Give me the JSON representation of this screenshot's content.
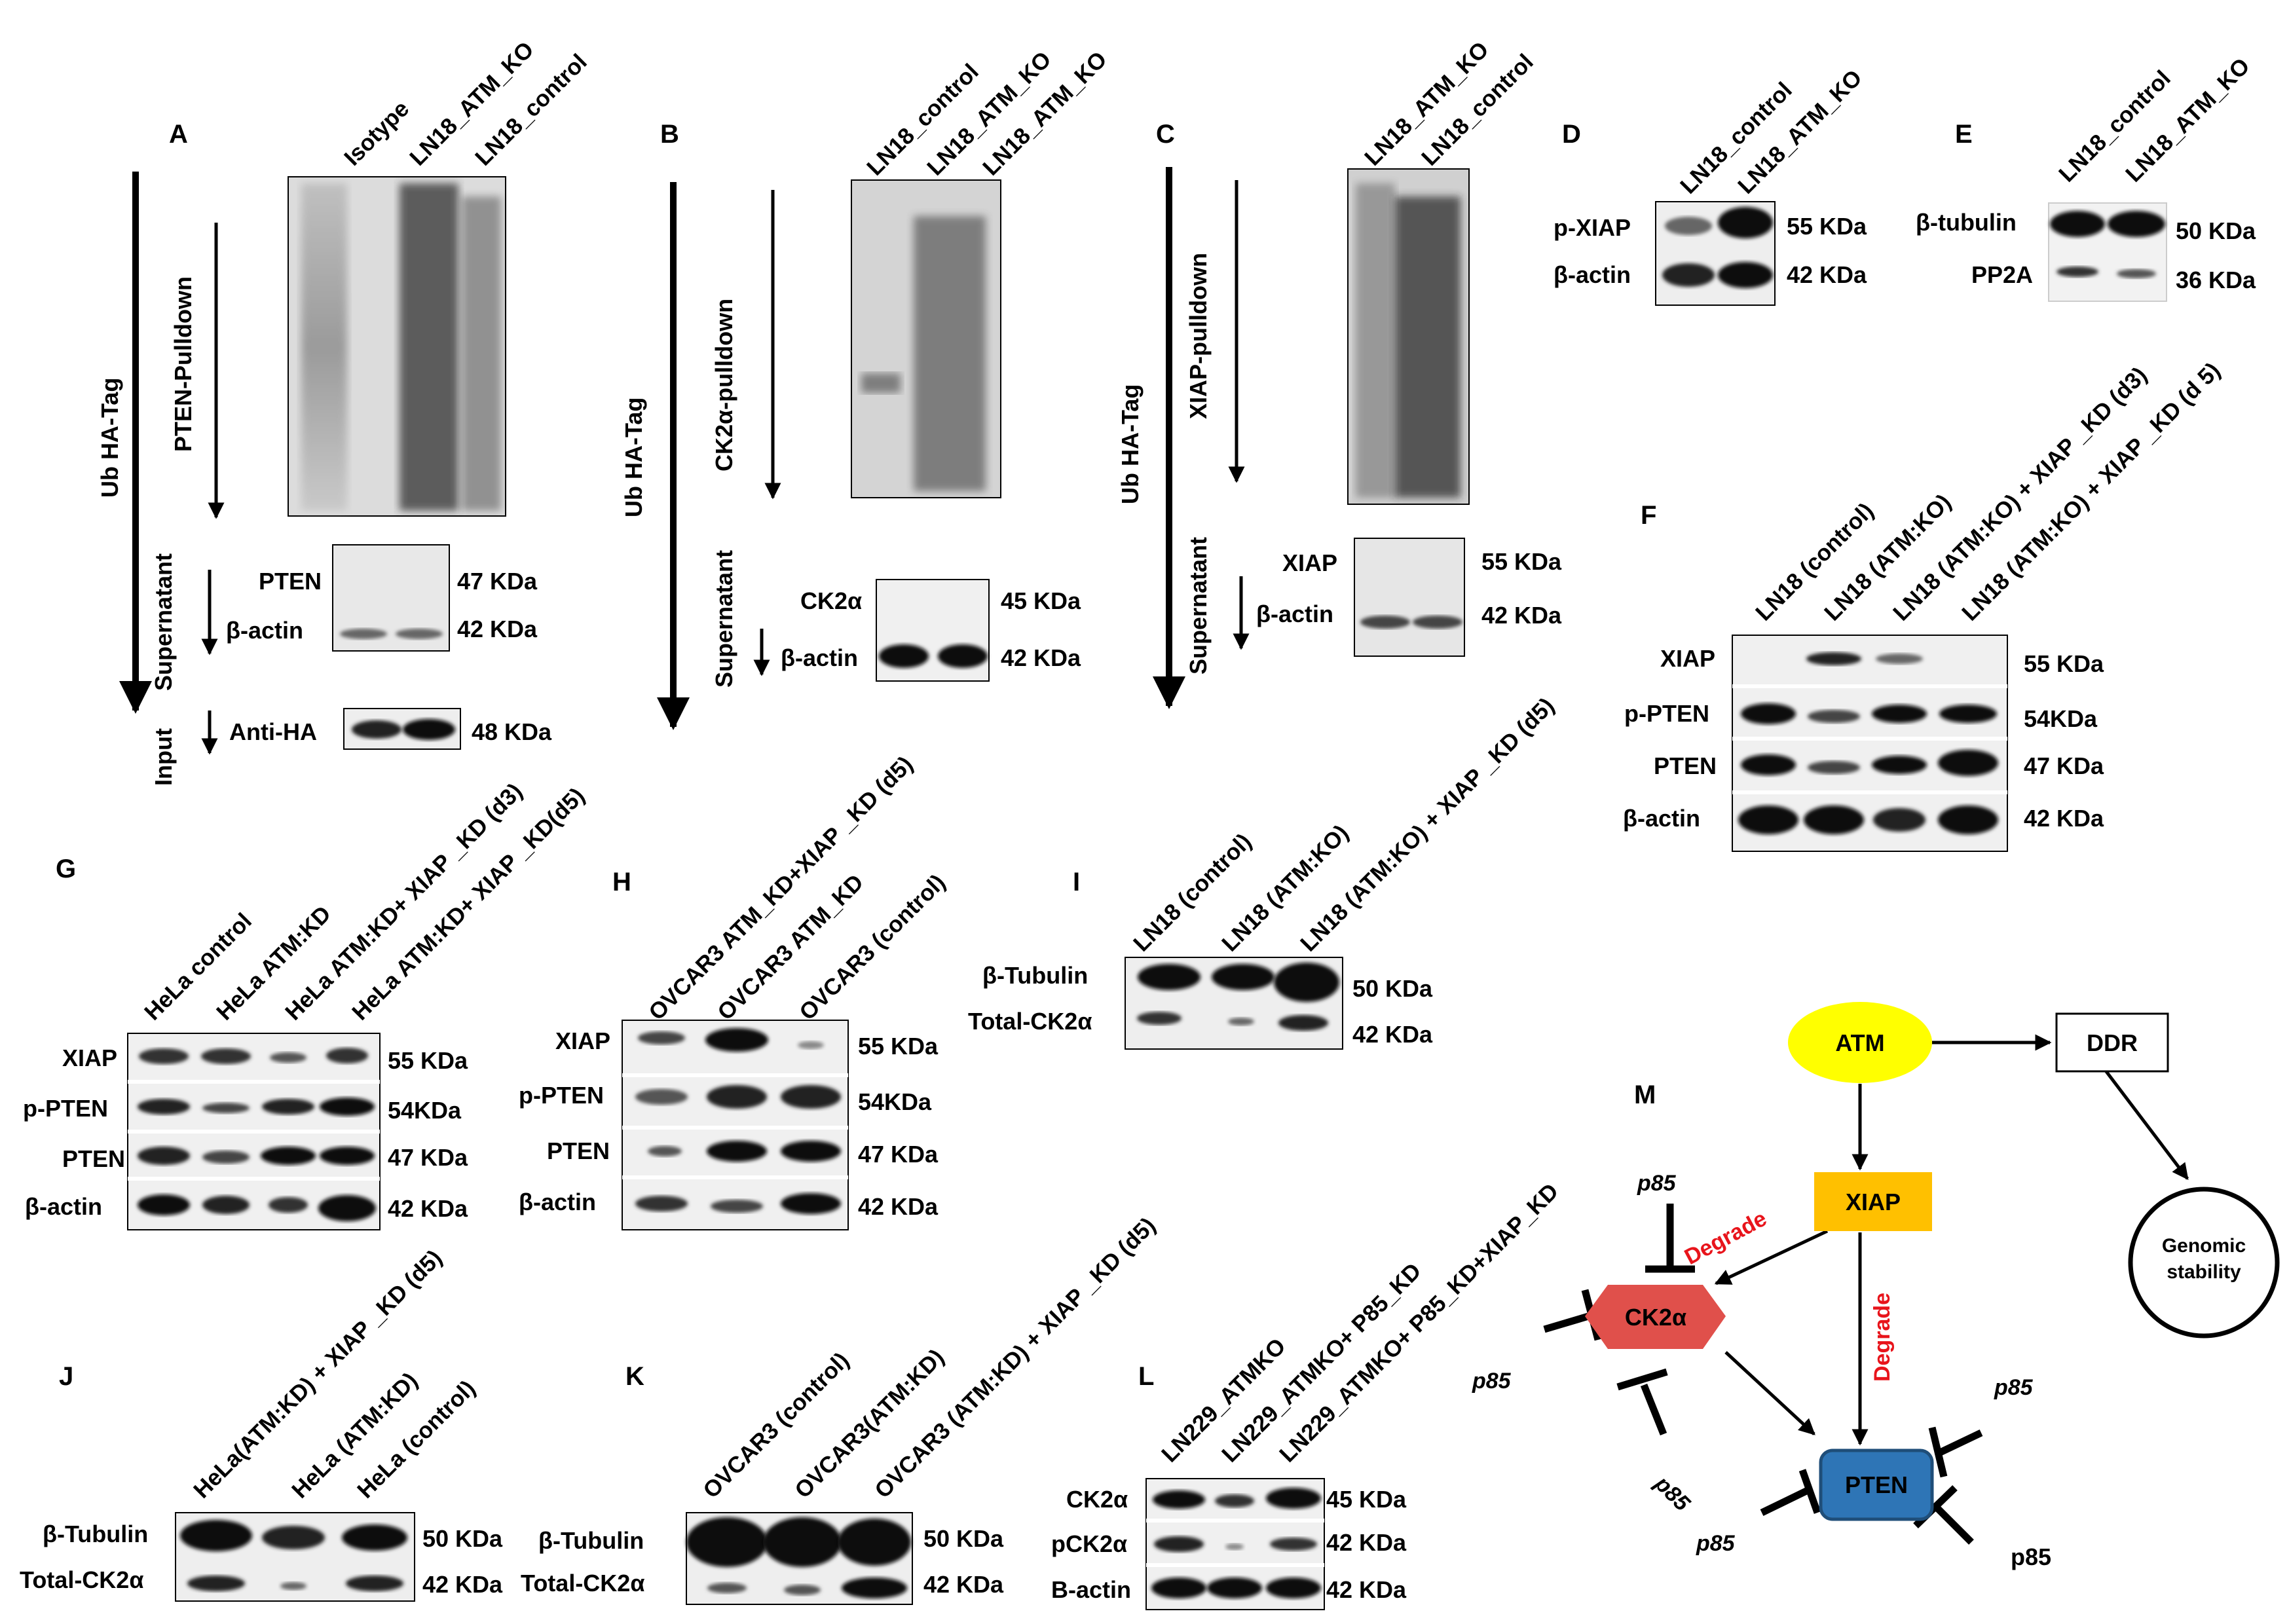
{
  "panels": {
    "A": {
      "letter": "A",
      "lanes": [
        "Isotype",
        "LN18_ATM_KO",
        "LN18_control"
      ],
      "side": [
        "Ub HA-Tag"
      ],
      "steps": [
        "PTEN-Pulldown",
        "Supernatant",
        "Input"
      ],
      "proteins": [
        "PTEN",
        "β-actin",
        "Anti-HA"
      ],
      "sizes": [
        "47 KDa",
        "42 KDa",
        "48 KDa"
      ]
    },
    "B": {
      "letter": "B",
      "lanes": [
        "LN18_control",
        "LN18_ATM_KO",
        "LN18_ATM_KO"
      ],
      "side": [
        "Ub HA-Tag"
      ],
      "steps": [
        "CK2α-pulldown",
        "Supernatant"
      ],
      "proteins": [
        "CK2α",
        "β-actin"
      ],
      "sizes": [
        "45 KDa",
        "42 KDa"
      ]
    },
    "C": {
      "letter": "C",
      "lanes": [
        "LN18_ATM_KO",
        "LN18_control"
      ],
      "side": [
        "Ub HA-Tag"
      ],
      "steps": [
        "XIAP-pulldown",
        "Supernatant"
      ],
      "proteins": [
        "XIAP",
        "β-actin"
      ],
      "sizes": [
        "55 KDa",
        "42 KDa"
      ]
    },
    "D": {
      "letter": "D",
      "lanes": [
        "LN18_control",
        "LN18_ATM_KO"
      ],
      "proteins": [
        "p-XIAP",
        "β-actin"
      ],
      "sizes": [
        "55 KDa",
        "42 KDa"
      ]
    },
    "E": {
      "letter": "E",
      "lanes": [
        "LN18_control",
        "LN18_ATM_KO"
      ],
      "proteins": [
        "β-tubulin",
        "PP2A"
      ],
      "sizes": [
        "50 KDa",
        "36 KDa"
      ]
    },
    "F": {
      "letter": "F",
      "lanes": [
        "LN18 (control)",
        "LN18 (ATM:KO)",
        "LN18 (ATM:KO) + XIAP _KD (d3)",
        "LN18 (ATM:KO) + XIAP _KD (d 5)"
      ],
      "proteins": [
        "XIAP",
        "p-PTEN",
        "PTEN",
        "β-actin"
      ],
      "sizes": [
        "55 KDa",
        "54KDa",
        "47 KDa",
        "42 KDa"
      ]
    },
    "G": {
      "letter": "G",
      "lanes": [
        "HeLa control",
        "HeLa ATM:KD",
        "HeLa ATM:KD+ XIAP _KD (d3)",
        "HeLa ATM:KD+ XIAP _KD(d5)"
      ],
      "proteins": [
        "XIAP",
        "p-PTEN",
        "PTEN",
        "β-actin"
      ],
      "sizes": [
        "55 KDa",
        "54KDa",
        "47 KDa",
        "42 KDa"
      ]
    },
    "H": {
      "letter": "H",
      "lanes": [
        "OVCAR3 ATM_KD+XIAP _KD (d5)",
        "OVCAR3 ATM_KD",
        "OVCAR3  (control)"
      ],
      "proteins": [
        "XIAP",
        "p-PTEN",
        "PTEN",
        "β-actin"
      ],
      "sizes": [
        "55 KDa",
        "54KDa",
        "47 KDa",
        "42 KDa"
      ]
    },
    "I": {
      "letter": "I",
      "lanes": [
        "LN18 (control)",
        "LN18 (ATM:KO)",
        "LN18 (ATM:KO) + XIAP _KD (d5)"
      ],
      "proteins": [
        "β-Tubulin",
        "Total-CK2α"
      ],
      "sizes": [
        "50 KDa",
        "42 KDa"
      ]
    },
    "J": {
      "letter": "J",
      "lanes": [
        "HeLa(ATM:KD) + XIAP _KD (d5)",
        "HeLa (ATM:KD)",
        "HeLa (control)"
      ],
      "proteins": [
        "β-Tubulin",
        "Total-CK2α"
      ],
      "sizes": [
        "50 KDa",
        "42 KDa"
      ]
    },
    "K": {
      "letter": "K",
      "lanes": [
        "OVCAR3 (control)",
        "OVCAR3(ATM:KD)",
        "OVCAR3 (ATM:KD) + XIAP _KD (d5)"
      ],
      "proteins": [
        "β-Tubulin",
        "Total-CK2α"
      ],
      "sizes": [
        "50 KDa",
        "42 KDa"
      ]
    },
    "L": {
      "letter": "L",
      "lanes": [
        "LN229_ATMKO",
        "LN229_ATMKO+ P85_KD",
        "LN229_ATMKO+ P85_KD+XIAP_KD"
      ],
      "proteins": [
        "CK2α",
        "pCK2α",
        "B-actin"
      ],
      "sizes": [
        "45 KDa",
        "42 KDa",
        "42 KDa"
      ]
    },
    "M": {
      "letter": "M",
      "nodes": {
        "atm": "ATM",
        "ddr": "DDR",
        "xiap": "XIAP",
        "ck2": "CK2α",
        "pten": "PTEN",
        "genomic": "Genomic stability"
      },
      "edge_labels": [
        "Degrade",
        "Degrade"
      ],
      "inhibitor": "p85",
      "colors": {
        "atm": "#ffff00",
        "xiap": "#ffc000",
        "ck2": "#e0504b",
        "pten": "#2e75b6",
        "degrade": "#e8141b"
      }
    }
  }
}
